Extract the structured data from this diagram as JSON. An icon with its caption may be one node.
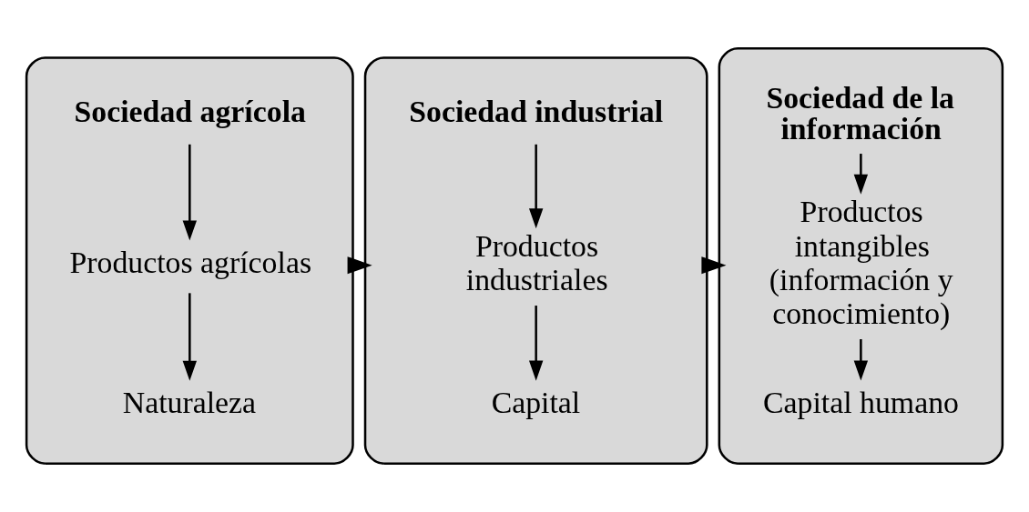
{
  "diagram": {
    "nodes": [
      {
        "text": [],
        "shape": "box"
      },
      {
        "text": [
          "Sociedad agrícola"
        ],
        "in": 0
      },
      {
        "text": [
          "Productos agrícolas"
        ],
        "in": 0
      },
      {
        "text": [
          "Naturaleza"
        ],
        "in": 0
      },
      {
        "text": [],
        "shape": "box"
      },
      {
        "text": [
          "Sociedad industrial"
        ],
        "in": 4
      },
      {
        "text": [
          "Productos industriales"
        ],
        "in": 4
      },
      {
        "text": [
          "Capital"
        ],
        "in": 4
      },
      {
        "text": [],
        "shape": "box"
      },
      {
        "text": [
          "Sociedad de la información"
        ],
        "in": 8
      },
      {
        "text": [
          "Productos intangibles (información y conocimiento)"
        ],
        "in": 8
      },
      {
        "text": [
          "Capital humano"
        ],
        "in": 8
      }
    ],
    "edges": [
      {
        "from": 1,
        "to": 2,
        "arrow": "to"
      },
      {
        "from": 2,
        "to": 3,
        "arrow": "to"
      },
      {
        "from": 0,
        "to": 4,
        "arrow": "to",
        "style": "thick"
      },
      {
        "from": 5,
        "to": 6,
        "arrow": "to"
      },
      {
        "from": 6,
        "to": 7,
        "arrow": "to"
      },
      {
        "from": 4,
        "to": 8,
        "arrow": "to",
        "style": "thick"
      },
      {
        "from": 9,
        "to": 10,
        "arrow": "to"
      },
      {
        "from": 10,
        "to": 11,
        "arrow": "to"
      }
    ]
  }
}
